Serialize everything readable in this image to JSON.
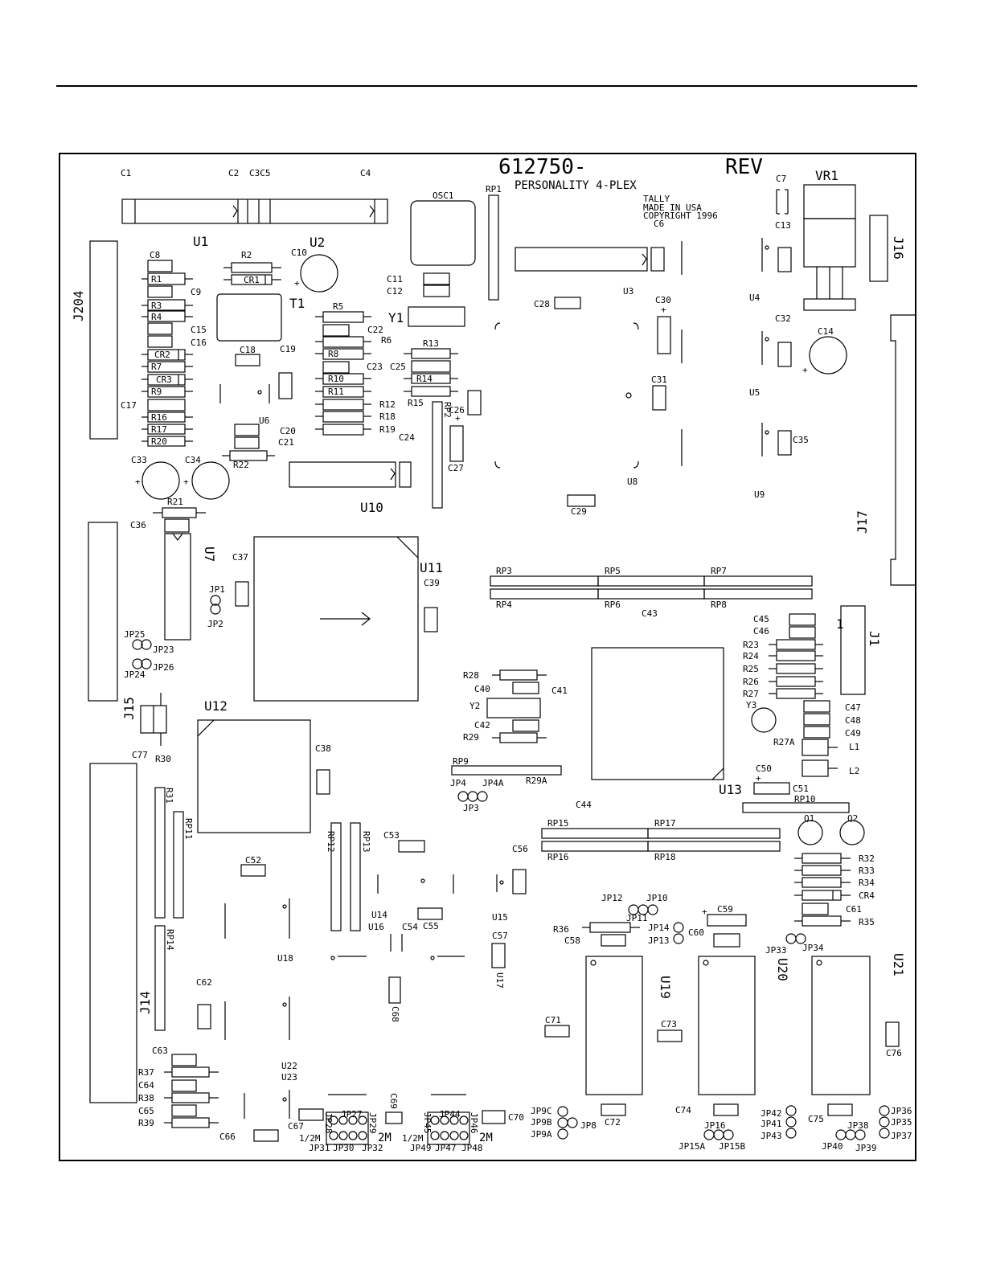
{
  "header": {
    "part_number": "612750-",
    "rev": "REV",
    "subtitle": "PERSONALITY  4-PLEX",
    "maker": "TALLY",
    "made_in": "MADE IN USA",
    "copyright": "COPYRIGHT 1996"
  },
  "ics": {
    "U1": "U1",
    "U2": "U2",
    "U3": "U3",
    "U4": "U4",
    "U5": "U5",
    "U6": "U6",
    "U7": "U7",
    "U8": "U8",
    "U9": "U9",
    "U10": "U10",
    "U11": "U11",
    "U12": "U12",
    "U13": "U13",
    "U14": "U14",
    "U15": "U15",
    "U16": "U16",
    "U17": "U17",
    "U18": "U18",
    "U19": "U19",
    "U20": "U20",
    "U21": "U21",
    "U22": "U22",
    "U23": "U23",
    "T1": "T1",
    "Y1": "Y1",
    "Y2": "Y2",
    "Y3": "Y3",
    "OSC1": "OSC1",
    "VR1": "VR1",
    "Q1": "Q1",
    "Q2": "Q2",
    "L1": "L1",
    "L2": "L2"
  },
  "connectors": {
    "J1": "J1",
    "J14": "J14",
    "J15": "J15",
    "J16": "J16",
    "J17": "J17",
    "J204": "J204"
  },
  "capacitors": {
    "C1": "C1",
    "C2": "C2",
    "C3C5": "C3C5",
    "C4": "C4",
    "C6": "C6",
    "C7": "C7",
    "C8": "C8",
    "C9": "C9",
    "C10": "C10",
    "C11": "C11",
    "C12": "C12",
    "C13": "C13",
    "C14": "C14",
    "C15": "C15",
    "C16": "C16",
    "C17": "C17",
    "C18": "C18",
    "C19": "C19",
    "C20": "C20",
    "C21": "C21",
    "C22": "C22",
    "C23": "C23",
    "C24": "C24",
    "C25": "C25",
    "C26": "C26",
    "C27": "C27",
    "C28": "C28",
    "C29": "C29",
    "C30": "C30",
    "C31": "C31",
    "C32": "C32",
    "C33": "C33",
    "C34": "C34",
    "C35": "C35",
    "C36": "C36",
    "C37": "C37",
    "C38": "C38",
    "C39": "C39",
    "C40": "C40",
    "C41": "C41",
    "C42": "C42",
    "C43": "C43",
    "C44": "C44",
    "C45": "C45",
    "C46": "C46",
    "C47": "C47",
    "C48": "C48",
    "C49": "C49",
    "C50": "C50",
    "C51": "C51",
    "C52": "C52",
    "C53": "C53",
    "C54": "C54",
    "C55": "C55",
    "C56": "C56",
    "C57": "C57",
    "C58": "C58",
    "C59": "C59",
    "C60": "C60",
    "C61": "C61",
    "C62": "C62",
    "C63": "C63",
    "C64": "C64",
    "C65": "C65",
    "C66": "C66",
    "C67": "C67",
    "C68": "C68",
    "C69": "C69",
    "C70": "C70",
    "C71": "C71",
    "C72": "C72",
    "C73": "C73",
    "C74": "C74",
    "C75": "C75",
    "C76": "C76",
    "C77": "C77"
  },
  "resistors": {
    "R1": "R1",
    "R2": "R2",
    "R3": "R3",
    "R4": "R4",
    "R5": "R5",
    "R6": "R6",
    "R7": "R7",
    "R8": "R8",
    "R9": "R9",
    "R10": "R10",
    "R11": "R11",
    "R12": "R12",
    "R13": "R13",
    "R14": "R14",
    "R15": "R15",
    "R16": "R16",
    "R17": "R17",
    "R18": "R18",
    "R19": "R19",
    "R20": "R20",
    "R21": "R21",
    "R22": "R22",
    "R23": "R23",
    "R24": "R24",
    "R25": "R25",
    "R26": "R26",
    "R27": "R27",
    "R27A": "R27A",
    "R28": "R28",
    "R29": "R29",
    "R29A": "R29A",
    "R30": "R30",
    "R31": "R31",
    "R32": "R32",
    "R33": "R33",
    "R34": "R34",
    "R35": "R35",
    "R36": "R36",
    "R37": "R37",
    "R38": "R38",
    "R39": "R39",
    "CR1": "CR1",
    "CR2": "CR2",
    "CR3": "CR3",
    "CR4": "CR4"
  },
  "rpacks": {
    "RP1": "RP1",
    "RP2": "RP2",
    "RP3": "RP3",
    "RP4": "RP4",
    "RP5": "RP5",
    "RP6": "RP6",
    "RP7": "RP7",
    "RP8": "RP8",
    "RP9": "RP9",
    "RP10": "RP10",
    "RP11": "RP11",
    "RP12": "RP12",
    "RP13": "RP13",
    "RP14": "RP14",
    "RP15": "RP15",
    "RP16": "RP16",
    "RP17": "RP17",
    "RP18": "RP18"
  },
  "jumpers": {
    "JP1": "JP1",
    "JP2": "JP2",
    "JP3": "JP3",
    "JP4": "JP4",
    "JP4A": "JP4A",
    "JP8": "JP8",
    "JP9A": "JP9A",
    "JP9B": "JP9B",
    "JP9C": "JP9C",
    "JP10": "JP10",
    "JP11": "JP11",
    "JP12": "JP12",
    "JP13": "JP13",
    "JP14": "JP14",
    "JP15A": "JP15A",
    "JP15B": "JP15B",
    "JP16": "JP16",
    "JP23": "JP23",
    "JP24": "JP24",
    "JP25": "JP25",
    "JP26": "JP26",
    "JP27": "JP27",
    "JP28": "JP28",
    "JP29": "JP29",
    "JP30": "JP30",
    "JP31": "JP31",
    "JP32": "JP32",
    "JP33": "JP33",
    "JP34": "JP34",
    "JP35": "JP35",
    "JP36": "JP36",
    "JP37": "JP37",
    "JP38": "JP38",
    "JP39": "JP39",
    "JP40": "JP40",
    "JP41": "JP41",
    "JP42": "JP42",
    "JP43": "JP43",
    "JP44": "JP44",
    "JP45": "JP45",
    "JP46": "JP46",
    "JP47": "JP47",
    "JP48": "JP48",
    "JP49": "JP49",
    "half_m": "1/2M",
    "two_m": "2M",
    "pin1": "1"
  }
}
